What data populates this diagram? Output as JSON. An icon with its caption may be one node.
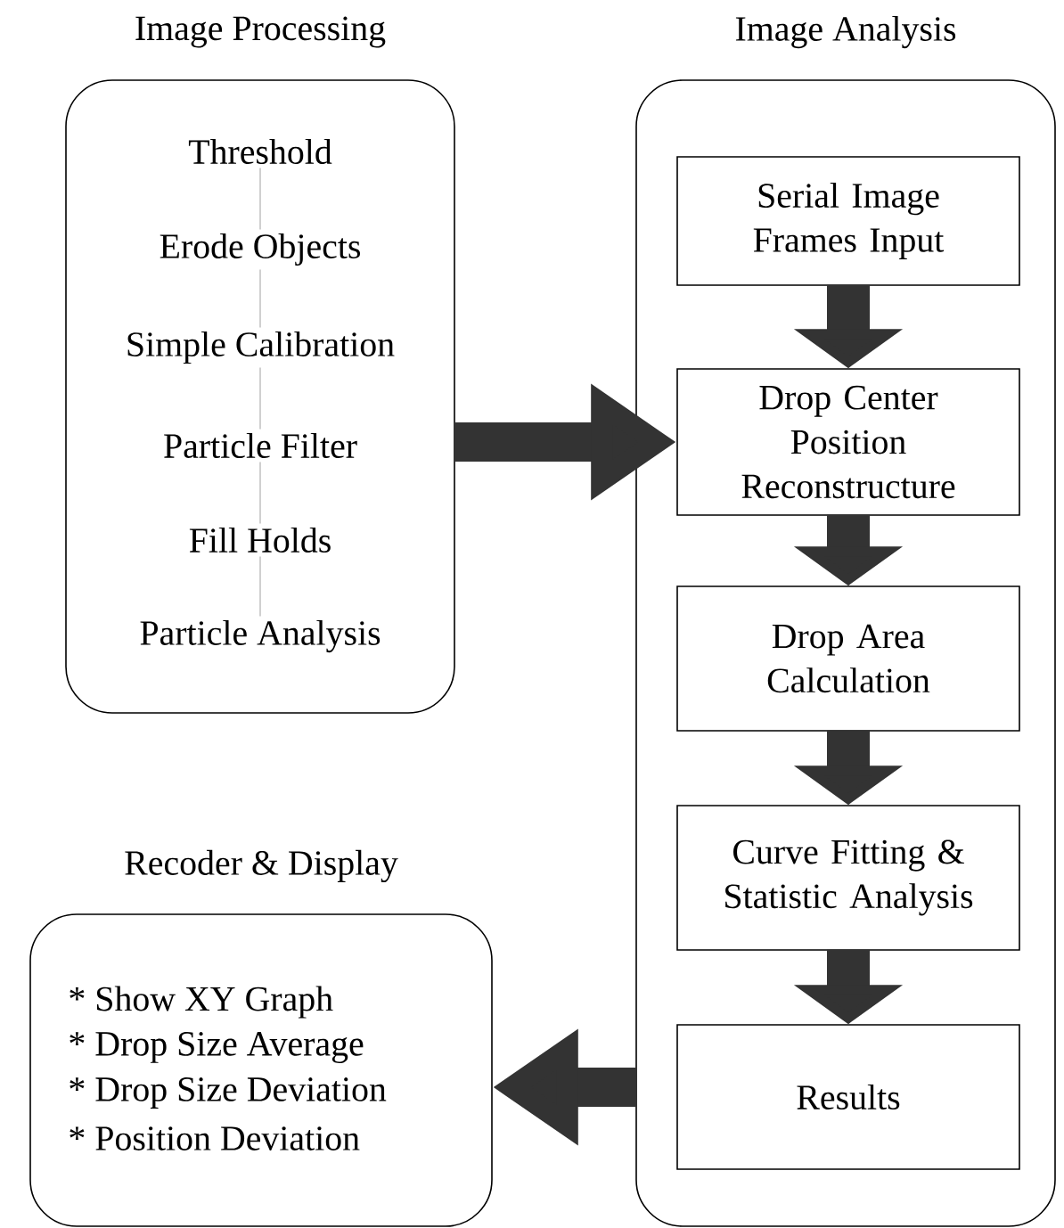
{
  "diagram": {
    "nodes": [
      {
        "text": [
          "Image Processing"
        ]
      },
      {
        "text": [
          "Threshold"
        ],
        "in": 0
      },
      {
        "text": [
          "Erode Objects"
        ],
        "in": 0
      },
      {
        "text": [
          "Simple Calibration"
        ],
        "in": 0
      },
      {
        "text": [
          "Particle Filter"
        ],
        "in": 0
      },
      {
        "text": [
          "Fill Holds"
        ],
        "in": 0
      },
      {
        "text": [
          "Particle Analysis"
        ],
        "in": 0
      },
      {
        "text": [
          "Image Analysis"
        ]
      },
      {
        "text": [
          "Serial Image Frames Input"
        ],
        "in": 7
      },
      {
        "text": [
          "Drop Center Position Reconstructure"
        ],
        "in": 7
      },
      {
        "text": [
          "Drop Area Calculation"
        ],
        "in": 7
      },
      {
        "text": [
          "Curve Fitting & Statistic Analysis"
        ],
        "in": 7
      },
      {
        "text": [
          "Results"
        ],
        "in": 7
      },
      {
        "text": [
          "Recoder & Display",
          "* Show XY Graph",
          "* Drop Size Average",
          "* Drop Size Deviation",
          "* Position Deviation"
        ]
      }
    ],
    "edges": [
      {
        "from": 1,
        "to": 2,
        "arrow": "none",
        "color": "#b0b0b0"
      },
      {
        "from": 2,
        "to": 3,
        "arrow": "none",
        "color": "#b0b0b0"
      },
      {
        "from": 3,
        "to": 4,
        "arrow": "none",
        "color": "#b0b0b0"
      },
      {
        "from": 4,
        "to": 5,
        "arrow": "none",
        "color": "#b0b0b0"
      },
      {
        "from": 5,
        "to": 6,
        "arrow": "none",
        "color": "#b0b0b0"
      },
      {
        "from": 0,
        "to": 9,
        "arrow": "to"
      },
      {
        "from": 8,
        "to": 9,
        "arrow": "to"
      },
      {
        "from": 9,
        "to": 10,
        "arrow": "to"
      },
      {
        "from": 10,
        "to": 11,
        "arrow": "to"
      },
      {
        "from": 11,
        "to": 12,
        "arrow": "to"
      },
      {
        "from": 7,
        "to": 13,
        "arrow": "to"
      }
    ]
  }
}
